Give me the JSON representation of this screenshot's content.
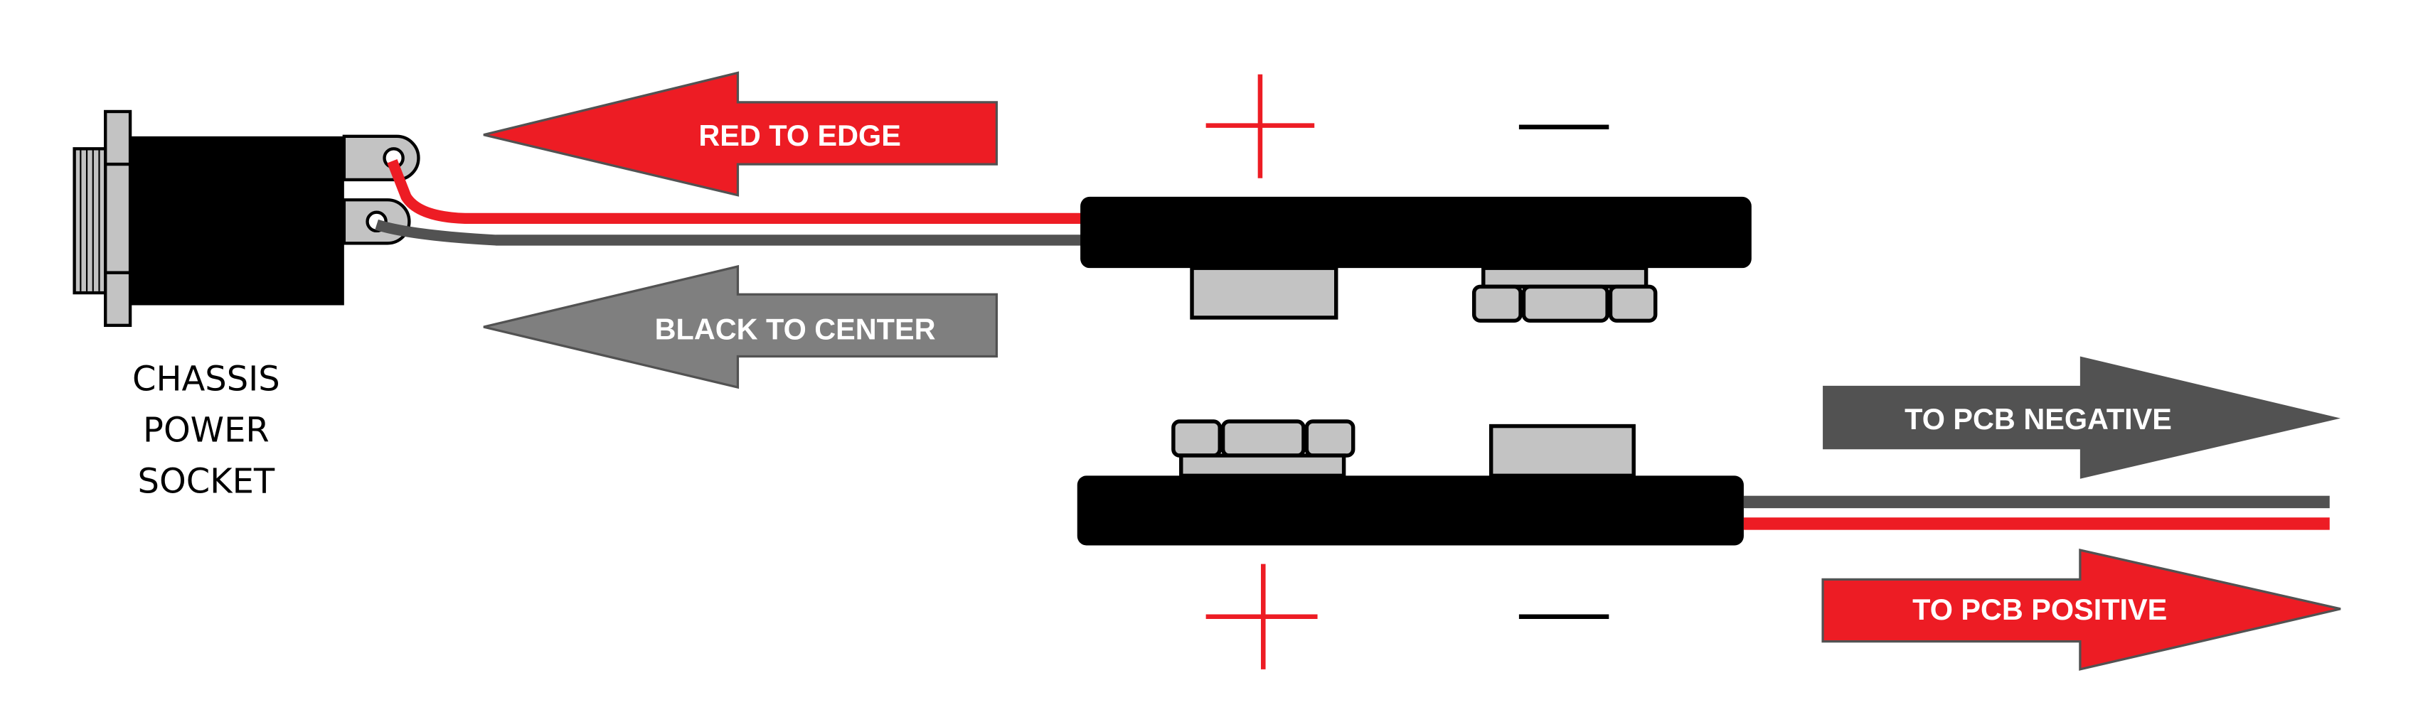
{
  "socket_label": [
    "CHASSIS",
    "POWER",
    "SOCKET"
  ],
  "arrows": {
    "red_to_edge": "RED TO EDGE",
    "black_to_center": "BLACK TO CENTER",
    "to_pcb_negative": "TO PCB NEGATIVE",
    "to_pcb_positive": "TO PCB POSITIVE"
  },
  "colors": {
    "red": "#ed1c24",
    "dark_gray": "#525252",
    "mid_gray": "#7f7f7f",
    "light_gray": "#c3c3c3",
    "black": "#000000"
  }
}
